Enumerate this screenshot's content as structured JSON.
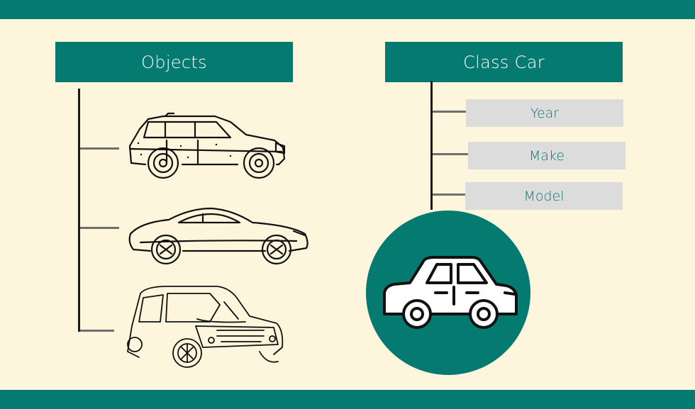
{
  "objects_header": {
    "label": "Objects"
  },
  "class_header": {
    "label": "Class Car"
  },
  "attributes": [
    {
      "label": "Year"
    },
    {
      "label": "Make"
    },
    {
      "label": "Model"
    }
  ],
  "colors": {
    "teal": "#047a70",
    "background": "#fdf6dc",
    "attribute_box": "#dcdcdc",
    "attribute_text": "#14756c"
  },
  "icons": [
    "suv-sketch-icon",
    "sedan-sketch-icon",
    "crossover-sketch-icon",
    "car-icon"
  ]
}
